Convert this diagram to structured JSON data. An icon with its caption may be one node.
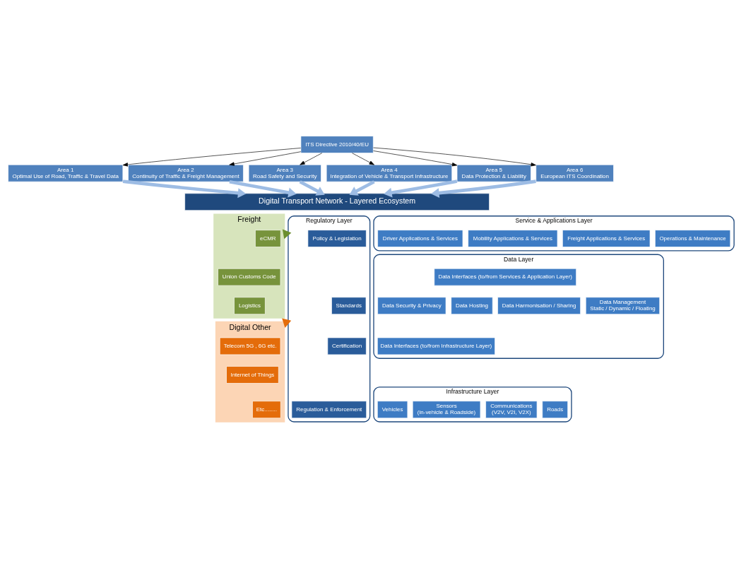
{
  "diagram": {
    "nodes": [
      {
        "text": [
          "ITS Directive 2010/40/EU"
        ]
      },
      {
        "text": [
          "Area 1",
          "Optimal Use of Road, Traffic & Travel Data"
        ]
      },
      {
        "text": [
          "Area 2",
          "Continuity of Traffic & Freight Management"
        ]
      },
      {
        "text": [
          "Area 3",
          "Road Safety and Security"
        ]
      },
      {
        "text": [
          "Area 4",
          "Integration of Vehicle & Transport Infrastructure"
        ]
      },
      {
        "text": [
          "Area 5",
          "Data Protection & Liability"
        ]
      },
      {
        "text": [
          "Area 6",
          "European ITS Coordination"
        ]
      },
      {
        "text": [
          "Freight"
        ]
      },
      {
        "text": [
          "eCMR"
        ],
        "in": 7
      },
      {
        "text": [
          "Union Customs Code"
        ],
        "in": 7
      },
      {
        "text": [
          "Logistics"
        ],
        "in": 7
      },
      {
        "text": [
          "Digital Other"
        ]
      },
      {
        "text": [
          "Telecom 5G , 6G etc."
        ],
        "in": 11
      },
      {
        "text": [
          "Internet of Things"
        ],
        "in": 11
      },
      {
        "text": [
          "Etc........"
        ],
        "in": 11
      },
      {
        "text": [
          "Digital Transport Network - Layered Ecosystem"
        ]
      },
      {
        "text": [
          "Regulatory Layer"
        ]
      },
      {
        "text": [
          "Policy & Legislation"
        ],
        "in": 16
      },
      {
        "text": [
          "Standards"
        ],
        "in": 16
      },
      {
        "text": [
          "Certification"
        ],
        "in": 16
      },
      {
        "text": [
          "Regulation & Enforcement"
        ],
        "in": 16
      },
      {
        "text": [
          "Service & Applications Layer"
        ]
      },
      {
        "text": [
          "Driver Applications & Services"
        ],
        "in": 21
      },
      {
        "text": [
          "Mobility Applications & Services"
        ],
        "in": 21
      },
      {
        "text": [
          "Freight Applications & Services"
        ],
        "in": 21
      },
      {
        "text": [
          "Operations & Maintenance"
        ],
        "in": 21
      },
      {
        "text": [
          "Data Layer"
        ]
      },
      {
        "text": [
          "Data Interfaces (to/from Services & Application Layer)"
        ],
        "in": 26
      },
      {
        "text": [
          "Data Security & Privacy"
        ],
        "in": 26
      },
      {
        "text": [
          "Data Hosting"
        ],
        "in": 26
      },
      {
        "text": [
          "Data Harmonisation / Sharing"
        ],
        "in": 26
      },
      {
        "text": [
          "Data Management",
          "Static / Dynamic / Floating"
        ],
        "in": 26
      },
      {
        "text": [
          "Data Interfaces (to/from Infrastructure Layer)"
        ],
        "in": 26
      },
      {
        "text": [
          "Infrastructure Layer"
        ]
      },
      {
        "text": [
          "Vehicles"
        ],
        "in": 33
      },
      {
        "text": [
          "Sensors",
          "(in-vehicle & Roadside)"
        ],
        "in": 33
      },
      {
        "text": [
          "Communications",
          "(V2V, V2I, V2X)"
        ],
        "in": 33
      },
      {
        "text": [
          "Roads"
        ],
        "in": 33
      }
    ],
    "edges": [
      {
        "from": 0,
        "to": 1,
        "arrow": "to"
      },
      {
        "from": 0,
        "to": 2,
        "arrow": "to"
      },
      {
        "from": 0,
        "to": 3,
        "arrow": "to"
      },
      {
        "from": 0,
        "to": 4,
        "arrow": "to"
      },
      {
        "from": 0,
        "to": 5,
        "arrow": "to"
      },
      {
        "from": 0,
        "to": 6,
        "arrow": "to"
      },
      {
        "from": 1,
        "to": 15,
        "arrow": "to",
        "style": "thick",
        "color": "#9dbce4"
      },
      {
        "from": 2,
        "to": 15,
        "arrow": "to",
        "style": "thick",
        "color": "#9dbce4"
      },
      {
        "from": 3,
        "to": 15,
        "arrow": "to",
        "style": "thick",
        "color": "#9dbce4"
      },
      {
        "from": 4,
        "to": 15,
        "arrow": "to",
        "style": "thick",
        "color": "#9dbce4"
      },
      {
        "from": 5,
        "to": 15,
        "arrow": "to",
        "style": "thick",
        "color": "#9dbce4"
      },
      {
        "from": 6,
        "to": 15,
        "arrow": "to",
        "style": "thick",
        "color": "#9dbce4"
      },
      {
        "from": 7,
        "to": 16,
        "arrow": "to",
        "style": "thick",
        "color": "#6b8e2f"
      },
      {
        "from": 11,
        "to": 16,
        "arrow": "to",
        "style": "thick",
        "color": "#e46c0a"
      }
    ]
  }
}
